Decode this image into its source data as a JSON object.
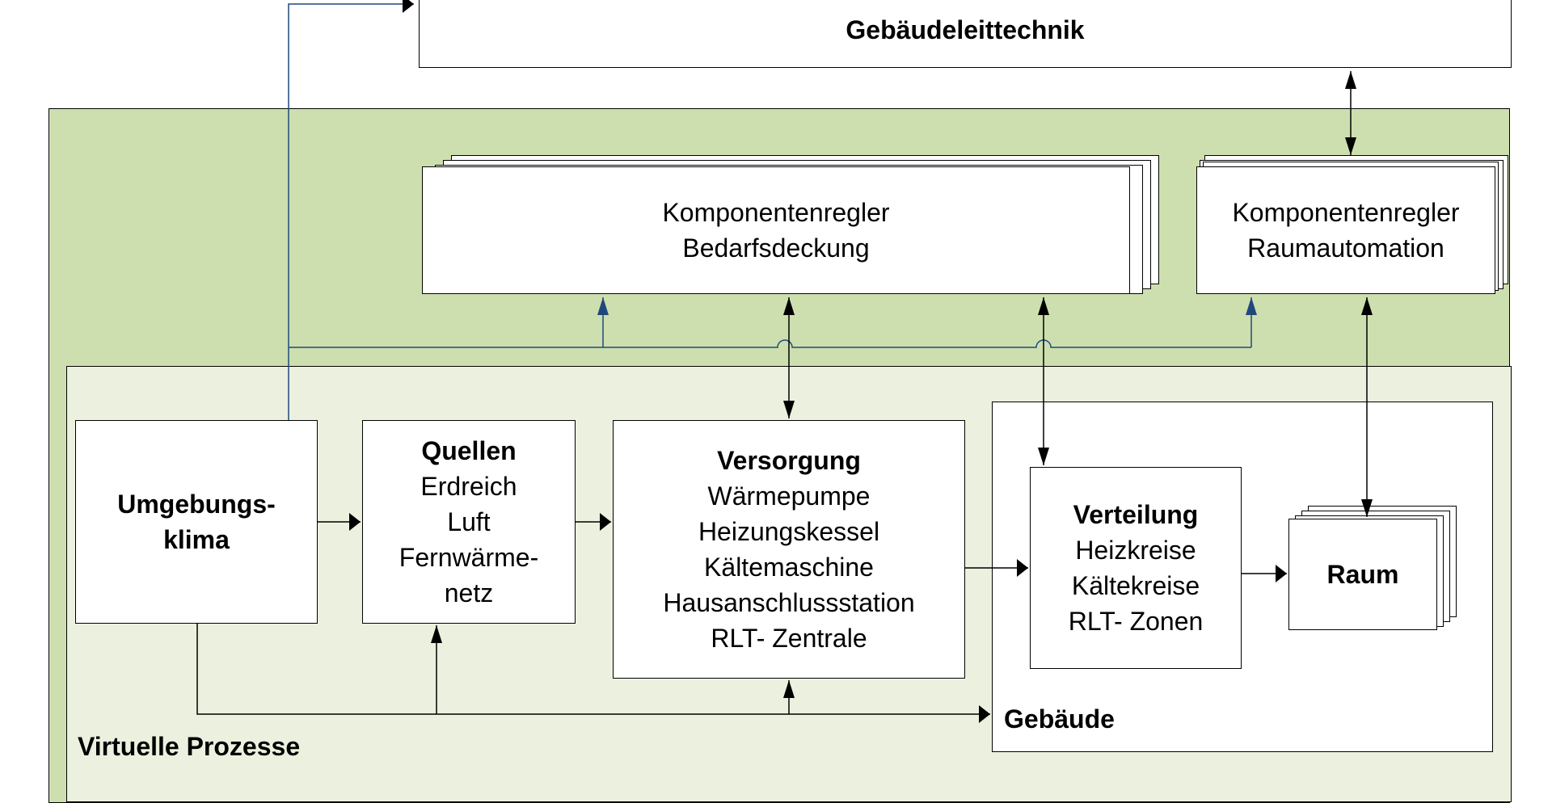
{
  "leittechnik": {
    "title": "Gebäudeleittechnik"
  },
  "regler_bedarf": {
    "line1": "Komponentenregler",
    "line2": "Bedarfsdeckung"
  },
  "regler_raum": {
    "line1": "Komponentenregler",
    "line2": "Raumautomation"
  },
  "umgebung": {
    "line1": "Umgebungs-",
    "line2": "klima"
  },
  "quellen": {
    "title": "Quellen",
    "items": [
      "Erdreich",
      "Luft",
      "Fernwärme-",
      "netz"
    ]
  },
  "versorgung": {
    "title": "Versorgung",
    "items": [
      "Wärmepumpe",
      "Heizungskessel",
      "Kältemaschine",
      "Hausanschlussstation",
      "RLT- Zentrale"
    ]
  },
  "verteilung": {
    "title": "Verteilung",
    "items": [
      "Heizkreise",
      "Kältekreise",
      "RLT- Zonen"
    ]
  },
  "raum": {
    "title": "Raum"
  },
  "gebaeude": {
    "title": "Gebäude"
  },
  "virtuelle": {
    "title": "Virtuelle Prozesse"
  },
  "colors": {
    "outer_bg": "#cddfae",
    "inner_bg": "#ebf1de",
    "border": "#000000",
    "blue_line": "#1f497d",
    "arrow": "#000000"
  }
}
